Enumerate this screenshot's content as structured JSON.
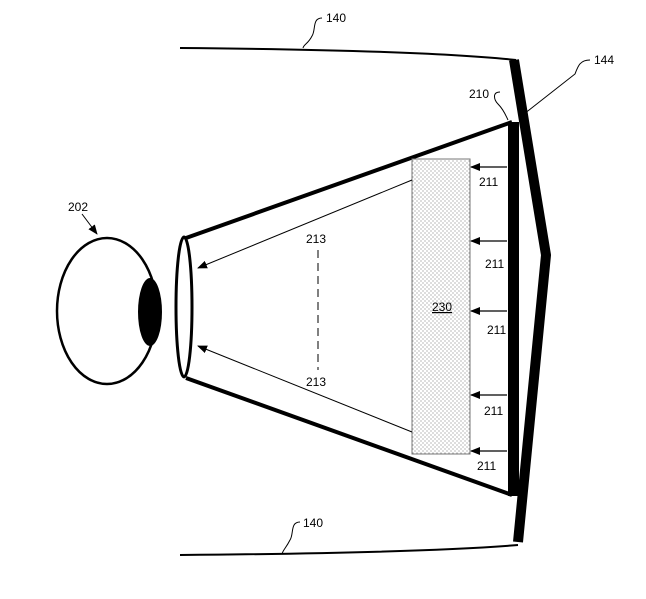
{
  "labels": {
    "top_housing": "140",
    "bottom_housing": "140",
    "curved_panel": "144",
    "display": "210",
    "eye": "202",
    "light_ray_upper": "213",
    "light_ray_lower": "213",
    "optical_element": "230",
    "emitted_light": [
      "211",
      "211",
      "211",
      "211",
      "211"
    ]
  }
}
